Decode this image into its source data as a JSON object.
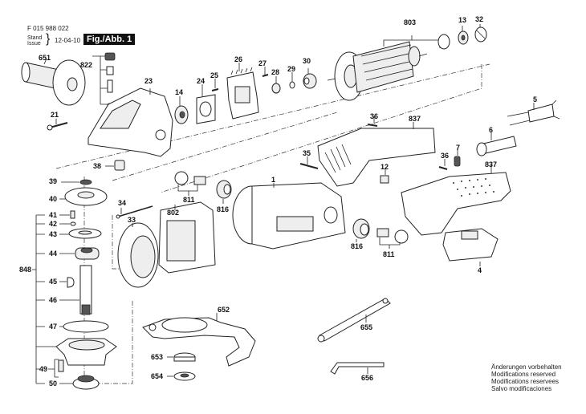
{
  "header": {
    "doc_number": "F 015 988 022",
    "stand": "Stand",
    "issue": "Issue",
    "date": "12-04-10",
    "figure": "Fig./Abb. 1"
  },
  "notes": [
    "Änderungen vorbehalten",
    "Modifications reserved",
    "Modifications reservees",
    "Salvo modificaciones"
  ],
  "labels": {
    "l651": "651",
    "l822": "822",
    "l23": "23",
    "l21": "21",
    "l14": "14",
    "l24": "24",
    "l25": "25",
    "l26": "26",
    "l27": "27",
    "l28": "28",
    "l29": "29",
    "l30": "30",
    "l803": "803",
    "l13": "13",
    "l32": "32",
    "l5": "5",
    "l6": "6",
    "l7": "7",
    "l36a": "36",
    "l36b": "36",
    "l837a": "837",
    "l837b": "837",
    "l35": "35",
    "l12": "12",
    "l38": "38",
    "l39": "39",
    "l40": "40",
    "l41": "41",
    "l42": "42",
    "l43": "43",
    "l44": "44",
    "l45": "45",
    "l46": "46",
    "l47": "47",
    "l49": "49",
    "l50": "50",
    "l848": "848",
    "l34": "34",
    "l33": "33",
    "l802": "802",
    "l811a": "811",
    "l811b": "811",
    "l816a": "816",
    "l816b": "816",
    "l1": "1",
    "l4": "4",
    "l652": "652",
    "l653": "653",
    "l654": "654",
    "l655": "655",
    "l656": "656"
  }
}
